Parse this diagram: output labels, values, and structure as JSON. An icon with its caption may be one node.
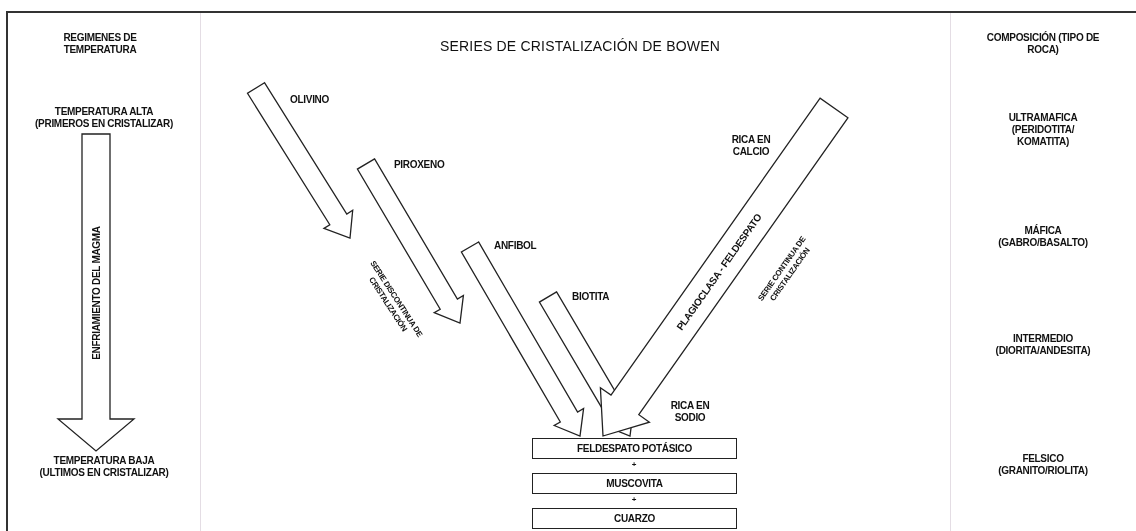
{
  "diagram": {
    "title": "SERIES DE CRISTALIZACIÓN DE BOWEN",
    "nodes": [
      {
        "text": [
          "TEMPERATURA ALTA",
          "(PRIMEROS EN CRISTALIZAR)"
        ]
      },
      {
        "text": [
          "TEMPERATURA BAJA",
          "(ULTIMOS EN CRISTALIZAR)"
        ]
      },
      {
        "text": [
          "OLIVINO"
        ]
      },
      {
        "text": [
          "PIROXENO"
        ]
      },
      {
        "text": [
          "ANFIBOL"
        ]
      },
      {
        "text": [
          "BIOTITA"
        ]
      },
      {
        "text": [
          "RICA EN CALCIO"
        ]
      },
      {
        "text": [
          "FELDESPATO POTÁSICO"
        ]
      },
      {
        "text": [
          "MUSCOVITA"
        ]
      },
      {
        "text": [
          "CUARZO"
        ]
      }
    ],
    "edges": [
      {
        "from": 0,
        "to": 1,
        "arrow": "to",
        "label": "ENFRIAMIENTO DEL MAGMA"
      },
      {
        "from": 2,
        "to": null,
        "arrow": "to"
      },
      {
        "from": 3,
        "to": null,
        "arrow": "to"
      },
      {
        "from": 4,
        "to": 7,
        "arrow": "to"
      },
      {
        "from": 5,
        "to": 7,
        "arrow": "to"
      },
      {
        "from": 6,
        "to": 7,
        "arrow": "to",
        "label": "PLAGIOCLASA - FELDESPATO"
      }
    ],
    "labels": [
      "REGIMENES DE TEMPERATURA",
      "COMPOSICIÓN (TIPO DE ROCA)",
      "ULTRAMAFICA (PERIDOTITA/ KOMATITA)",
      "MÁFICA (GABRO/BASALTO)",
      "SERIE DISCONTINUA DE CRISTALIZACIÓN",
      "SERIE CONTINUA DE CRISTALIZACIÓN",
      "INTERMEDIO (DIORITA/ANDESITA)",
      "RICA EN SODIO",
      "FELSICO (GRANITO/RIOLITA)",
      "+",
      "+"
    ]
  }
}
